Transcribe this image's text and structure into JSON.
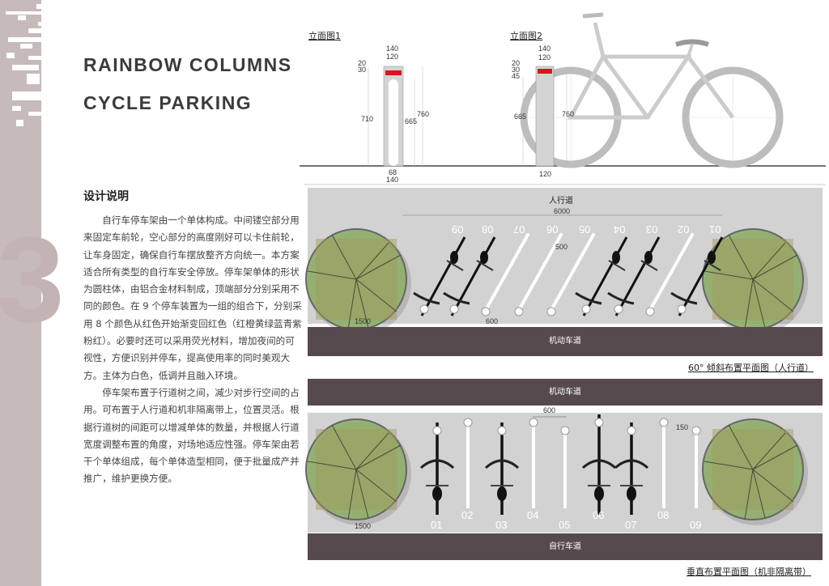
{
  "title": {
    "line1": "RAINBOW COLUMNS",
    "line2": "CYCLE PARKING"
  },
  "section_number": "3",
  "description": {
    "heading": "设计说明",
    "paragraphs": [
      "自行车停车架由一个单体构成。中间镂空部分用来固定车前轮，空心部分的高度刚好可以卡住前轮，让车身固定，确保自行车摆放整齐方向统一。本方案适合所有类型的自行车安全停放。停车架单体的形状为圆柱体，由铝合金材料制成，顶端部分分别采用不同的颜色。在 9 个停车装置为一组的组合下，分别采用 8 个颜色从红色开始渐变回红色（红橙黄绿蓝青紫粉红）。必要时还可以采用荧光材料，增加夜间的可视性，方便识别并停车，提高使用率的同时美观大方。主体为白色，低调并且融入环境。",
      "停车架布置于行道树之间，减少对步行空间的占用。可布置于人行道和机非隔离带上，位置灵活。根据行道树的间距可以增减单体的数量，并根据人行道宽度调整布置的角度，对场地适应性强。停车架由若干个单体组成，每个单体造型相同，便于批量成产并推广，维护更换方便。"
    ]
  },
  "elevation1": {
    "label": "立面图1",
    "dims": {
      "top_outer": "140",
      "top_inner": "120",
      "cap": "20",
      "band": "30",
      "height_left": "710",
      "slot": "665",
      "total": "760",
      "base_inner": "68",
      "base_outer": "140"
    }
  },
  "elevation2": {
    "label": "立面图2",
    "dims": {
      "top_outer": "140",
      "top_inner": "120",
      "cap": "20",
      "band": "30",
      "gap": "45",
      "height_left": "665",
      "total": "760",
      "base": "120"
    }
  },
  "plan1": {
    "caption": "60° 倾斜布置平面图（人行道）",
    "sidewalk_label": "人行道",
    "road_label": "机动车道",
    "dim_span": "6000",
    "dim_column": "500",
    "dim_spacing": "600",
    "dim_tree": "1500",
    "stands": [
      "09",
      "08",
      "07",
      "06",
      "05",
      "04",
      "03",
      "02",
      "01"
    ],
    "occupied": [
      true,
      true,
      false,
      false,
      false,
      true,
      true,
      false,
      true
    ]
  },
  "plan2": {
    "caption": "垂直布置平面图（机非隔离带）",
    "road_top_label": "机动车道",
    "road_bottom_label": "自行车道",
    "dim_spacing": "600",
    "dim_column": "150",
    "dim_tree": "1500",
    "stands": [
      "01",
      "02",
      "03",
      "04",
      "05",
      "06",
      "07",
      "08",
      "09"
    ],
    "occupied": [
      true,
      false,
      true,
      false,
      false,
      true,
      true,
      false,
      false
    ]
  },
  "colors": {
    "strip": "#c6baba",
    "band_red": "#d8161b",
    "road": "#574a4e",
    "pavement": "#d2d2d2",
    "tree": "#8fae6a"
  }
}
